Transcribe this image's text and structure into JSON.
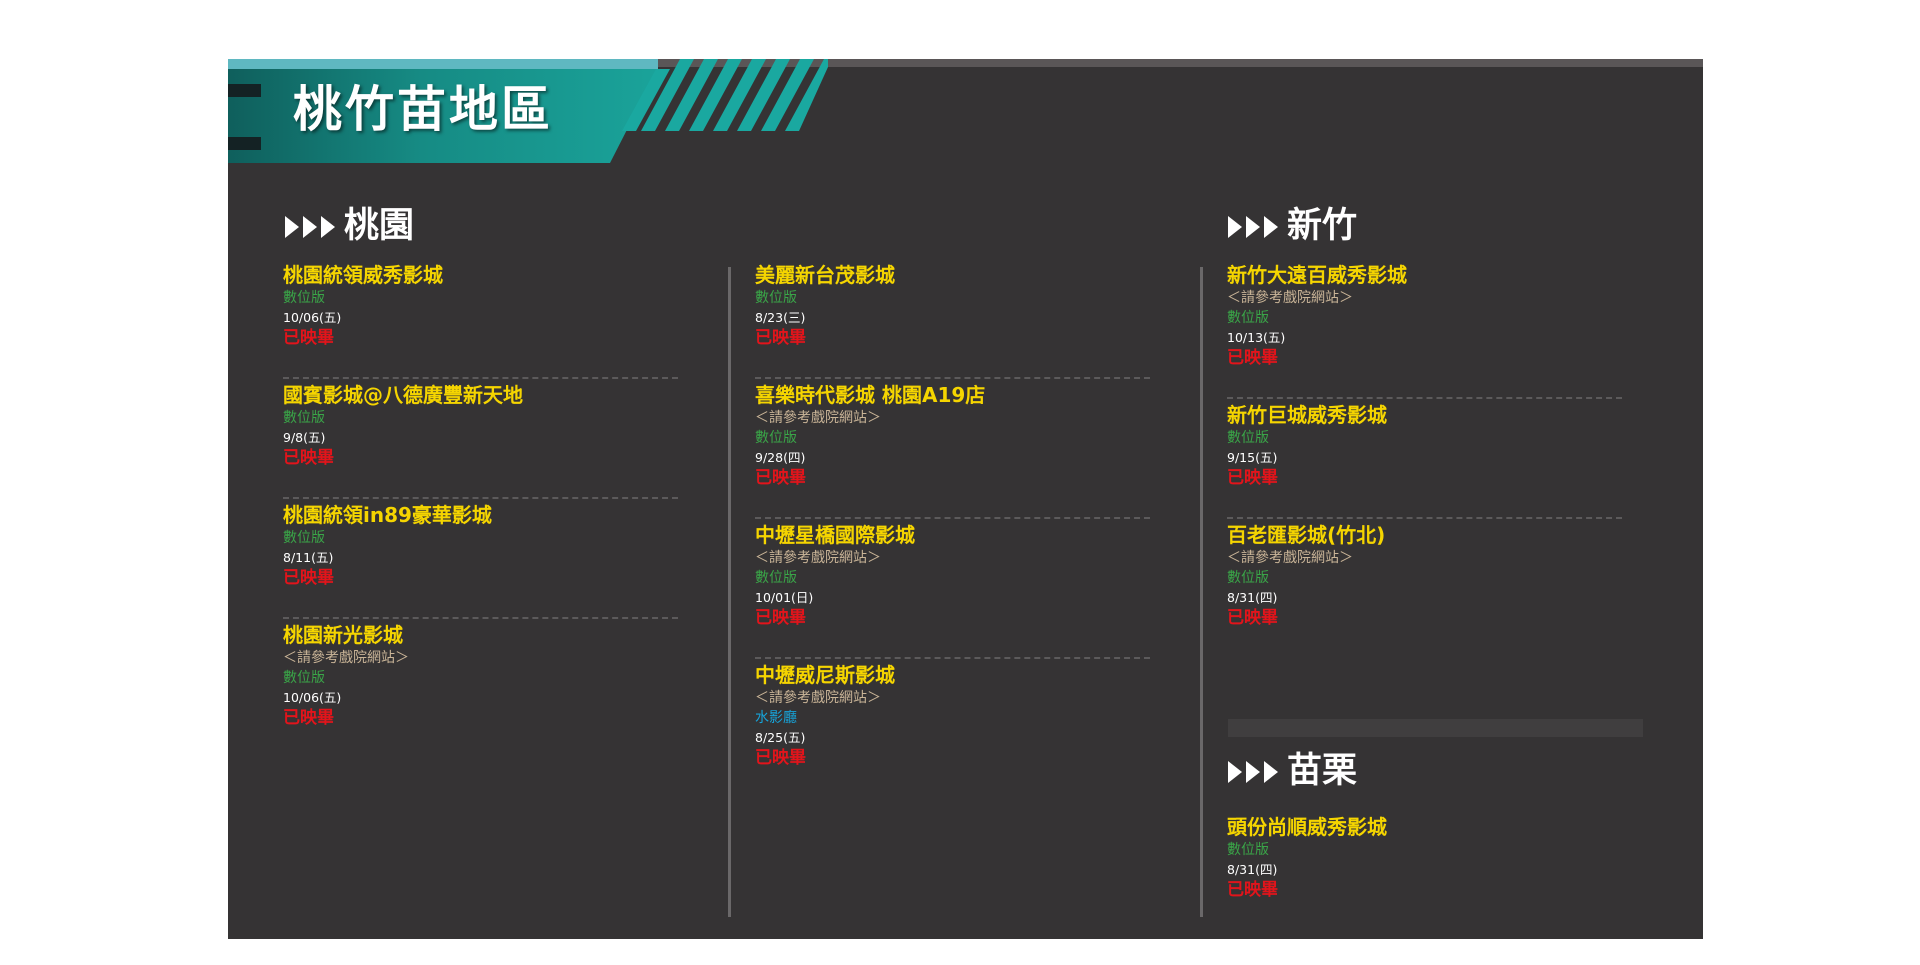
{
  "region": {
    "title": "桃竹苗地區"
  },
  "colors": {
    "accent": "#f5d500",
    "teal": "#1a9d95",
    "status": "#e2141b",
    "format_green": "#3aa548",
    "format_blue": "#16a3d9",
    "panel": "#353334"
  },
  "sections": {
    "taoyuan": {
      "title": "桃園",
      "cinemas": [
        {
          "name": "桃園統領威秀影城",
          "note": "",
          "format": "數位版",
          "date": "10/06(五)",
          "status": "已映畢"
        },
        {
          "name": "國賓影城@八德廣豐新天地",
          "note": "",
          "format": "數位版",
          "date": "9/8(五)",
          "status": "已映畢"
        },
        {
          "name": "桃園統領in89豪華影城",
          "note": "",
          "format": "數位版",
          "date": "8/11(五)",
          "status": "已映畢"
        },
        {
          "name": "桃園新光影城",
          "note": "＜請參考戲院網站＞",
          "format": "數位版",
          "date": "10/06(五)",
          "status": "已映畢"
        }
      ],
      "cinemas_col2": [
        {
          "name": "美麗新台茂影城",
          "note": "",
          "format": "數位版",
          "date": "8/23(三)",
          "status": "已映畢"
        },
        {
          "name": "喜樂時代影城 桃園A19店",
          "note": "＜請參考戲院網站＞",
          "format": "數位版",
          "date": "9/28(四)",
          "status": "已映畢"
        },
        {
          "name": "中壢星橋國際影城",
          "note": "＜請參考戲院網站＞",
          "format": "數位版",
          "date": "10/01(日)",
          "status": "已映畢"
        },
        {
          "name": "中壢威尼斯影城",
          "note": "＜請參考戲院網站＞",
          "format": "水影廳",
          "date": "8/25(五)",
          "status": "已映畢"
        }
      ]
    },
    "hsinchu": {
      "title": "新竹",
      "cinemas": [
        {
          "name": "新竹大遠百威秀影城",
          "note": "＜請參考戲院網站＞",
          "format": "數位版",
          "date": "10/13(五)",
          "status": "已映畢"
        },
        {
          "name": "新竹巨城威秀影城",
          "note": "",
          "format": "數位版",
          "date": "9/15(五)",
          "status": "已映畢"
        },
        {
          "name": "百老匯影城(竹北)",
          "note": "＜請參考戲院網站＞",
          "format": "數位版",
          "date": "8/31(四)",
          "status": "已映畢"
        }
      ]
    },
    "miaoli": {
      "title": "苗栗",
      "cinemas": [
        {
          "name": "頭份尚順威秀影城",
          "note": "",
          "format": "數位版",
          "date": "8/31(四)",
          "status": "已映畢"
        }
      ]
    }
  }
}
